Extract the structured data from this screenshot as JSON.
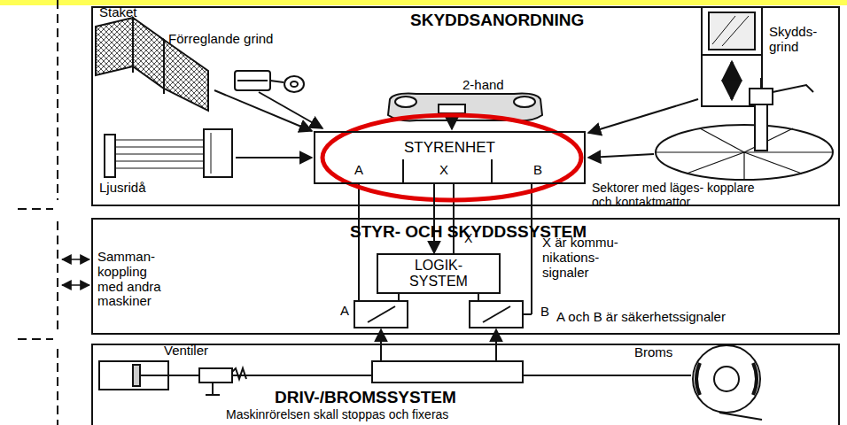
{
  "diagram": {
    "nodes": [
      {
        "text": [
          "SKYDDSANORDNING"
        ]
      },
      {
        "text": [
          "STYRENHET",
          "A",
          "X",
          "B"
        ],
        "in": 0
      },
      {
        "text": [
          "STYR- OCH SKYDDSSYSTEM"
        ]
      },
      {
        "text": [
          "LOGIK- SYSTEM"
        ],
        "in": 2
      },
      {
        "text": [
          "DRIV-/BROMSSYSTEM",
          "Maskinrörelsen skall stoppas och fixeras"
        ]
      }
    ],
    "edges": [
      {
        "from": 1,
        "to": 3,
        "arrow": "to"
      }
    ],
    "labels": [
      "Staket",
      "Förreglande grind",
      "2-hand",
      "Skydds- grind",
      "Ljusridå",
      "Sektorer med läges- kopplare och kontaktmattor",
      "Samman- koppling med andra maskiner",
      "X",
      "X är kommu- nikations- signaler",
      "A",
      "B",
      "A och B är säkerhetssignaler",
      "Ventiler",
      "Broms"
    ]
  }
}
